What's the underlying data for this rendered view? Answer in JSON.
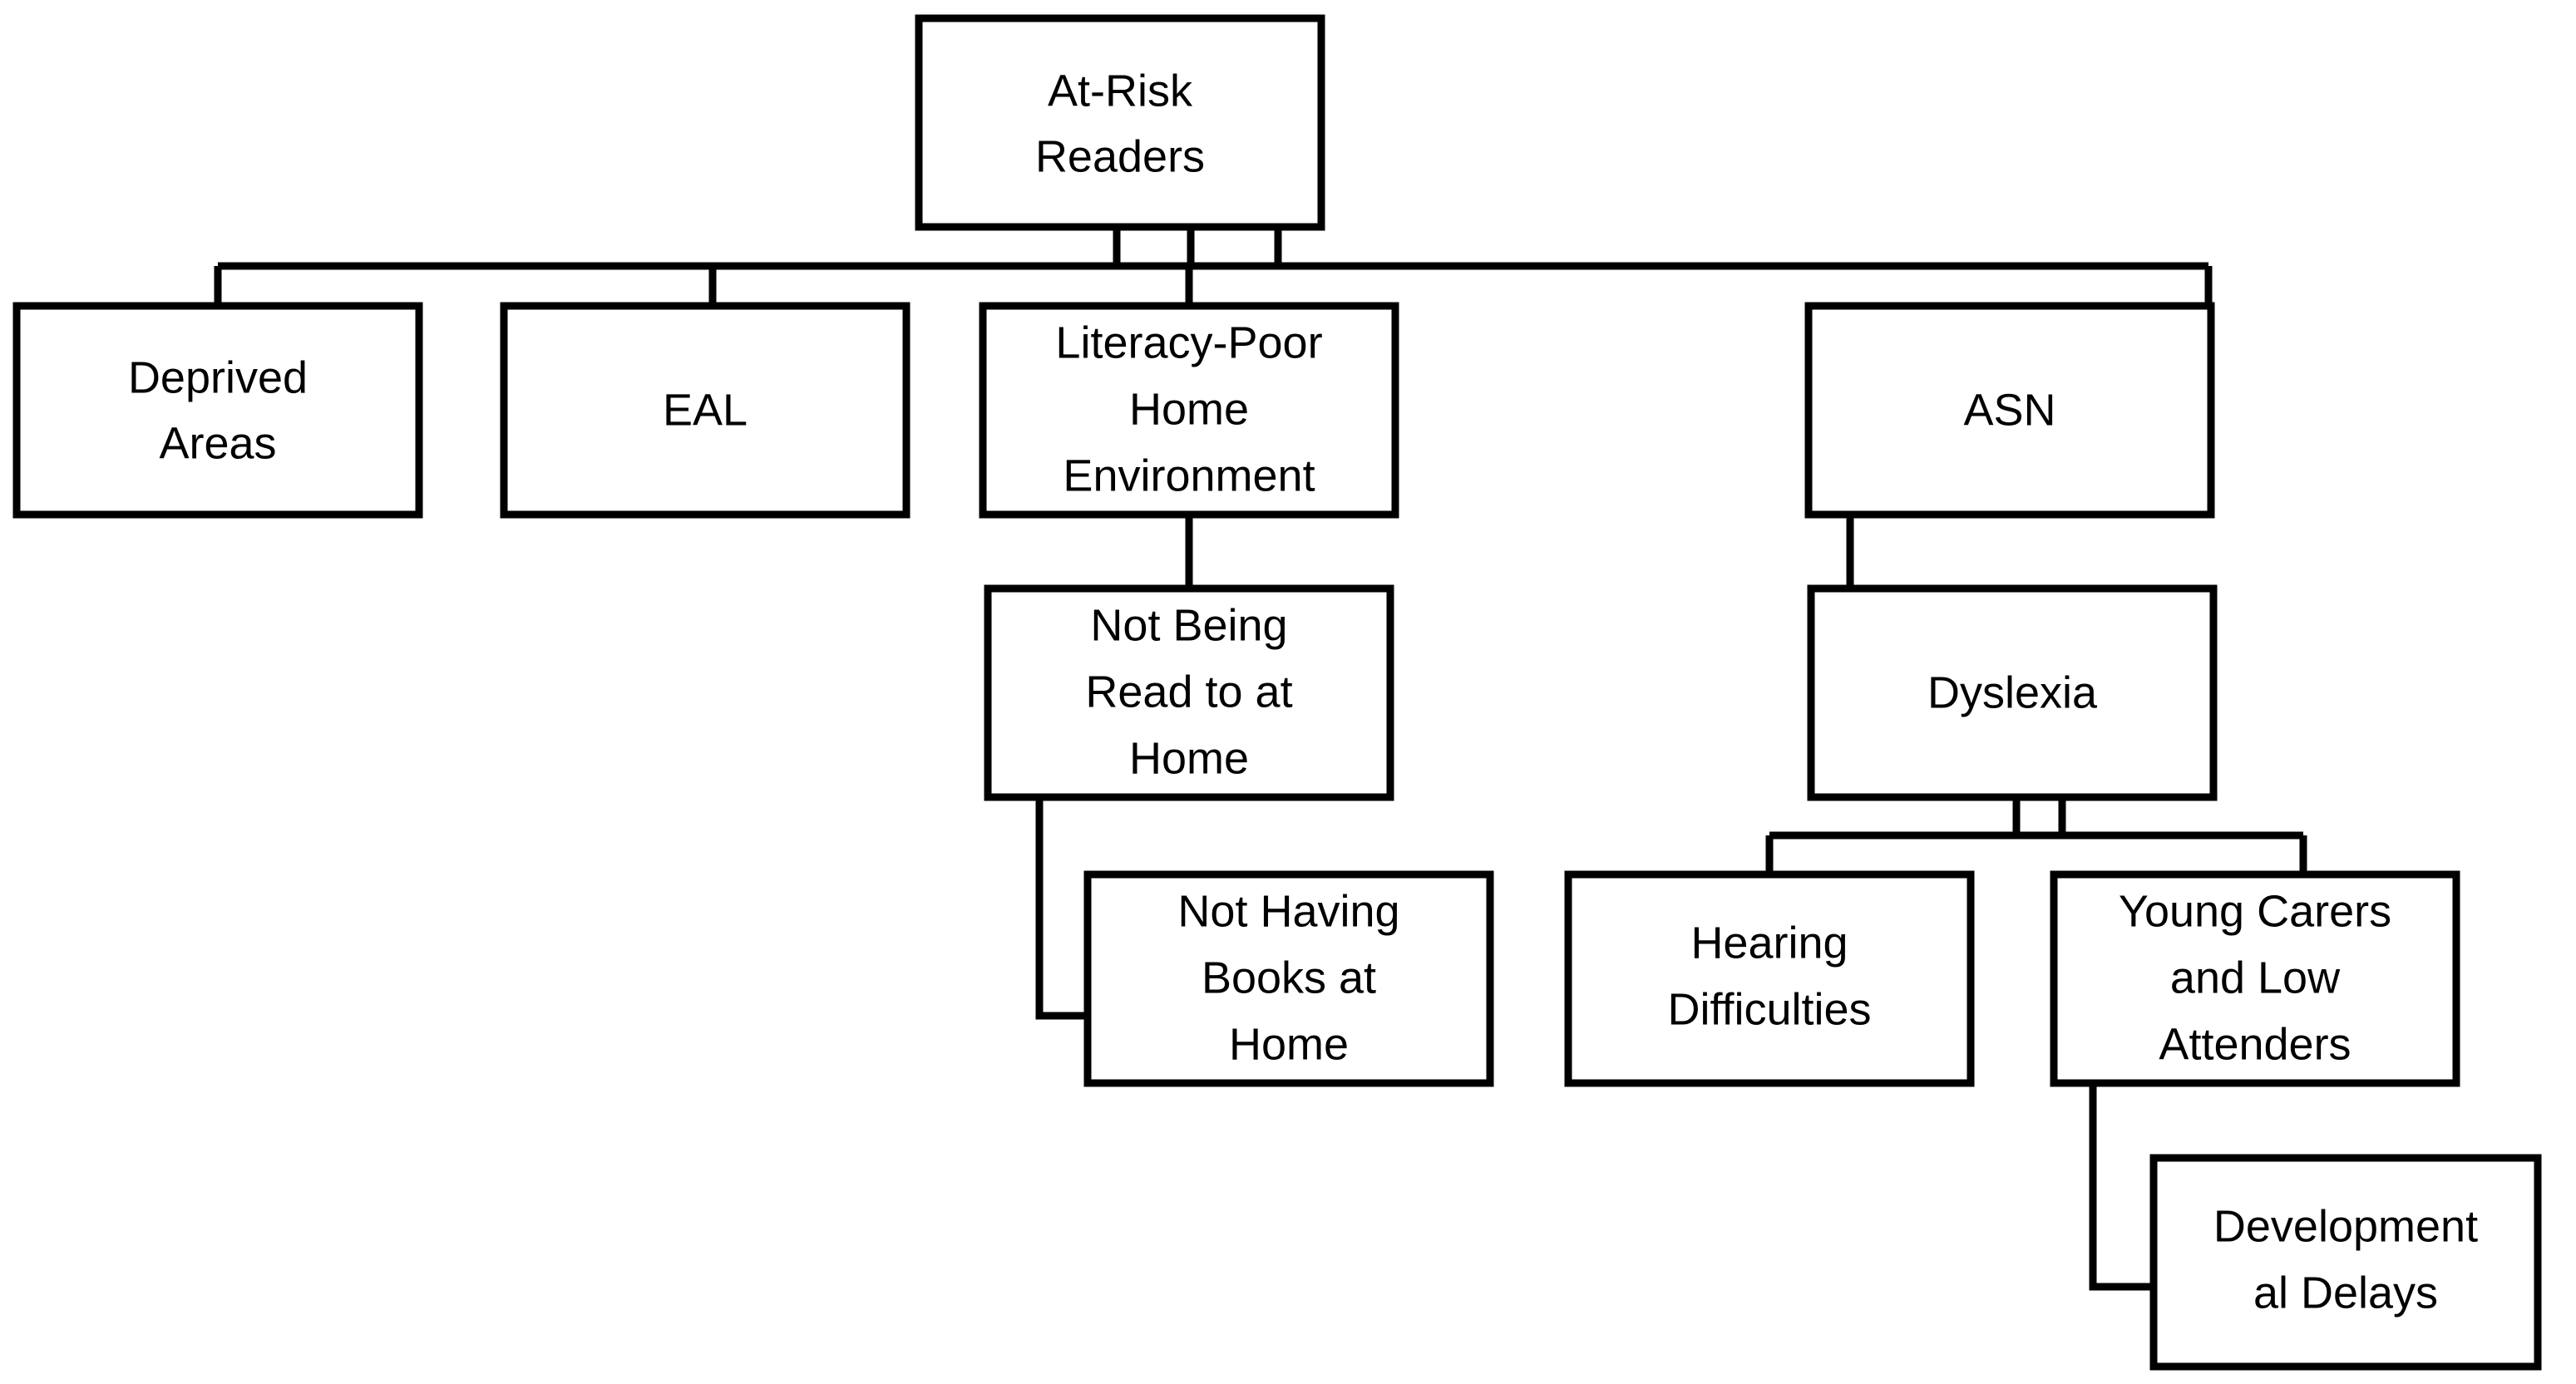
{
  "diagram": {
    "type": "hierarchy-tree",
    "title": "At-Risk Readers",
    "colors": {
      "background": "#ffffff",
      "box_fill": "#ffffff",
      "box_stroke": "#000000",
      "connector": "#000000",
      "text": "#000000"
    },
    "nodes": [
      {
        "id": "at-risk-readers",
        "label": "At-Risk Readers",
        "lines": [
          "At-Risk",
          "Readers"
        ],
        "level": 0,
        "parent": null
      },
      {
        "id": "deprived-areas",
        "label": "Deprived Areas",
        "lines": [
          "Deprived",
          "Areas"
        ],
        "level": 1,
        "parent": "at-risk-readers"
      },
      {
        "id": "eal",
        "label": "EAL",
        "lines": [
          "EAL"
        ],
        "level": 1,
        "parent": "at-risk-readers"
      },
      {
        "id": "literacy-poor-home-environment",
        "label": "Literacy-Poor Home Environment",
        "lines": [
          "Literacy-Poor",
          "Home",
          "Environment"
        ],
        "level": 1,
        "parent": "at-risk-readers"
      },
      {
        "id": "asn",
        "label": "ASN",
        "lines": [
          "ASN"
        ],
        "level": 1,
        "parent": "at-risk-readers"
      },
      {
        "id": "not-being-read-to-at-home",
        "label": "Not Being Read to at Home",
        "lines": [
          "Not Being",
          "Read to at",
          "Home"
        ],
        "level": 2,
        "parent": "literacy-poor-home-environment"
      },
      {
        "id": "dyslexia",
        "label": "Dyslexia",
        "lines": [
          "Dyslexia"
        ],
        "level": 2,
        "parent": "asn"
      },
      {
        "id": "not-having-books-at-home",
        "label": "Not Having Books at Home",
        "lines": [
          "Not Having",
          "Books at",
          "Home"
        ],
        "level": 3,
        "parent": "not-being-read-to-at-home"
      },
      {
        "id": "hearing-difficulties",
        "label": "Hearing Difficulties",
        "lines": [
          "Hearing",
          "Difficulties"
        ],
        "level": 3,
        "parent": "dyslexia"
      },
      {
        "id": "young-carers-and-low-attenders",
        "label": "Young Carers and Low Attenders",
        "lines": [
          "Young Carers",
          "and Low",
          "Attenders"
        ],
        "level": 3,
        "parent": "dyslexia"
      },
      {
        "id": "developmental-delays",
        "label": "Developmental Delays",
        "lines": [
          "Development",
          "al Delays"
        ],
        "level": 4,
        "parent": "young-carers-and-low-attenders"
      }
    ],
    "edges": [
      {
        "from": "at-risk-readers",
        "to": "deprived-areas"
      },
      {
        "from": "at-risk-readers",
        "to": "eal"
      },
      {
        "from": "at-risk-readers",
        "to": "literacy-poor-home-environment"
      },
      {
        "from": "at-risk-readers",
        "to": "asn"
      },
      {
        "from": "literacy-poor-home-environment",
        "to": "not-being-read-to-at-home"
      },
      {
        "from": "not-being-read-to-at-home",
        "to": "not-having-books-at-home"
      },
      {
        "from": "asn",
        "to": "dyslexia"
      },
      {
        "from": "dyslexia",
        "to": "hearing-difficulties"
      },
      {
        "from": "dyslexia",
        "to": "young-carers-and-low-attenders"
      },
      {
        "from": "young-carers-and-low-attenders",
        "to": "developmental-delays"
      }
    ]
  }
}
